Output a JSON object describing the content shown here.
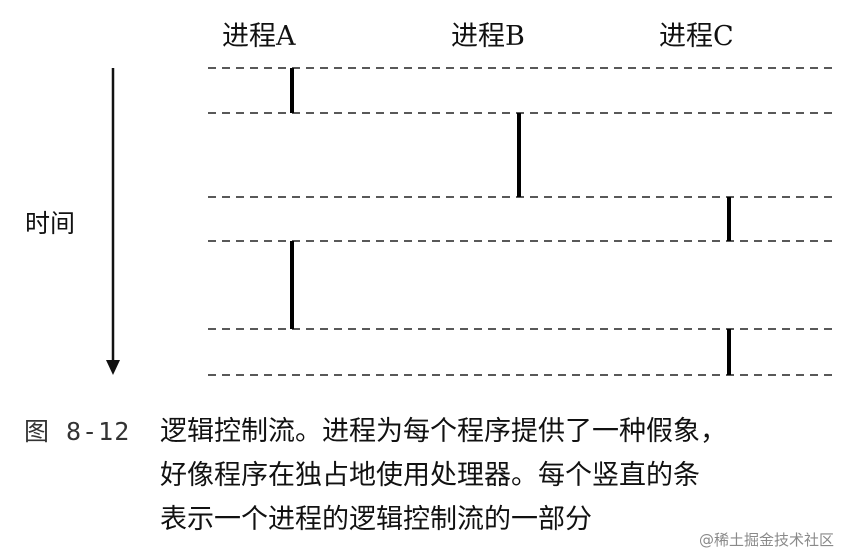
{
  "processes": [
    "进程A",
    "进程B",
    "进程C"
  ],
  "time_label": "时间",
  "figure": {
    "number": "图 8-12",
    "lines": [
      "逻辑控制流。进程为每个程序提供了一种假象，",
      "好像程序在独占地使用处理器。每个竖直的条",
      "表示一个进程的逻辑控制流的一部分"
    ]
  },
  "watermark": "@稀土掘金技术社区",
  "flow_segments": [
    {
      "process": "进程A",
      "from_boundary": 0,
      "to_boundary": 1
    },
    {
      "process": "进程B",
      "from_boundary": 1,
      "to_boundary": 2
    },
    {
      "process": "进程C",
      "from_boundary": 2,
      "to_boundary": 3
    },
    {
      "process": "进程A",
      "from_boundary": 3,
      "to_boundary": 4
    },
    {
      "process": "进程C",
      "from_boundary": 4,
      "to_boundary": 5
    }
  ]
}
